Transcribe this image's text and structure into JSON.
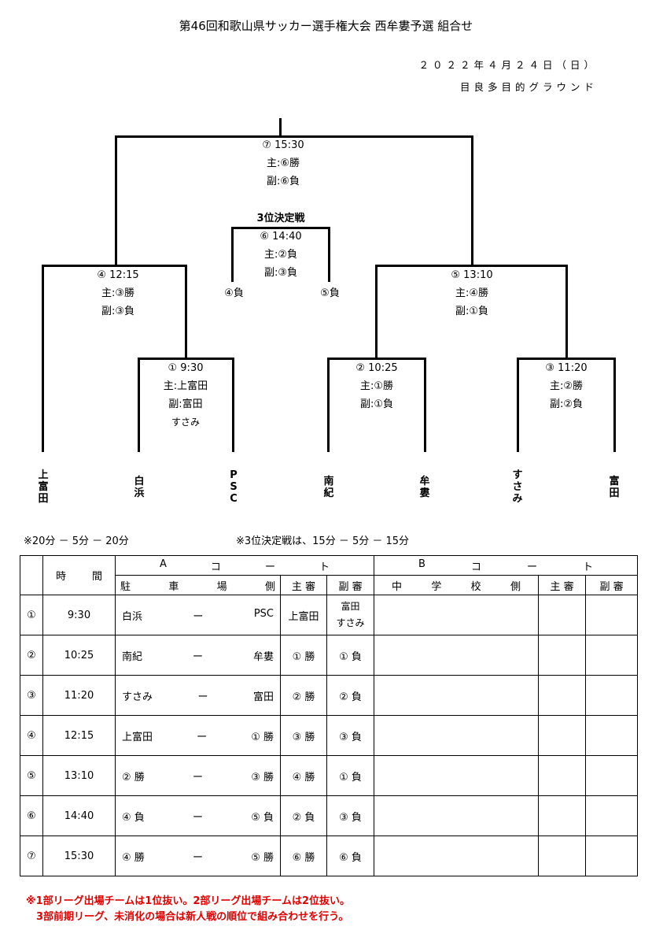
{
  "title": "第46回和歌山県サッカー選手権大会 西牟婁予選 組合せ",
  "date": "２０２２年４月２４日（日）",
  "venue": "目良多目的グラウンド",
  "bracket": {
    "m7": {
      "time": "⑦ 15:30",
      "ref1": "主:⑥勝",
      "ref2": "副:⑥負"
    },
    "third": {
      "heading": "3位決定戦",
      "time": "⑥ 14:40",
      "ref1": "主:②負",
      "ref2": "副:③負",
      "left": "④負",
      "right": "⑤負"
    },
    "m4": {
      "time": "④ 12:15",
      "ref1": "主:③勝",
      "ref2": "副:③負"
    },
    "m5": {
      "time": "⑤ 13:10",
      "ref1": "主:④勝",
      "ref2": "副:①負"
    },
    "m1": {
      "time": "① 9:30",
      "ref1": "主:上富田",
      "ref2": "副:富田",
      "ref3": "すさみ"
    },
    "m2": {
      "time": "② 10:25",
      "ref1": "主:①勝",
      "ref2": "副:①負"
    },
    "m3": {
      "time": "③ 11:20",
      "ref1": "主:②勝",
      "ref2": "副:②負"
    }
  },
  "teams": [
    [
      "上",
      "富",
      "田"
    ],
    [
      "白",
      "浜"
    ],
    [
      "P",
      "S",
      "C"
    ],
    [
      "南",
      "紀"
    ],
    [
      "牟",
      "婁"
    ],
    [
      "す",
      "さ",
      "み"
    ],
    [
      "富",
      "田"
    ]
  ],
  "notes": {
    "left": "※20分 － 5分 － 20分",
    "right": "※3位決定戦は、15分 － 5分 － 15分"
  },
  "table": {
    "time_header": [
      "時",
      "間"
    ],
    "a_court": [
      "A",
      "コ",
      "ー",
      "ト"
    ],
    "b_court": [
      "B",
      "コ",
      "ー",
      "ト"
    ],
    "a_side": [
      "駐",
      "車",
      "場",
      "側"
    ],
    "b_side": [
      "中",
      "学",
      "校",
      "側"
    ],
    "main_ref": "主 審",
    "sub_ref": "副 審",
    "rows": [
      {
        "no": "①",
        "time": "9:30",
        "home": "白浜",
        "dash": "ー",
        "away": "PSC",
        "main": "上富田",
        "sub": "富田",
        "sub2": "すさみ"
      },
      {
        "no": "②",
        "time": "10:25",
        "home": "南紀",
        "dash": "ー",
        "away": "牟婁",
        "main": "① 勝",
        "sub": "① 負",
        "sub2": ""
      },
      {
        "no": "③",
        "time": "11:20",
        "home": "すさみ",
        "dash": "ー",
        "away": "富田",
        "main": "② 勝",
        "sub": "② 負",
        "sub2": ""
      },
      {
        "no": "④",
        "time": "12:15",
        "home": "上富田",
        "dash": "ー",
        "away": "① 勝",
        "main": "③ 勝",
        "sub": "③ 負",
        "sub2": ""
      },
      {
        "no": "⑤",
        "time": "13:10",
        "home": "② 勝",
        "dash": "ー",
        "away": "③ 勝",
        "main": "④ 勝",
        "sub": "① 負",
        "sub2": ""
      },
      {
        "no": "⑥",
        "time": "14:40",
        "home": "④ 負",
        "dash": "ー",
        "away": "⑤ 負",
        "main": "② 負",
        "sub": "③ 負",
        "sub2": ""
      },
      {
        "no": "⑦",
        "time": "15:30",
        "home": "④ 勝",
        "dash": "ー",
        "away": "⑤ 勝",
        "main": "⑥ 勝",
        "sub": "⑥ 負",
        "sub2": ""
      }
    ]
  },
  "footer": [
    "※1部リーグ出場チームは1位抜い。2部リーグ出場チームは2位抜い。",
    "　3部前期リーグ、未消化の場合は新人戦の順位で組み合わせを行う。"
  ]
}
